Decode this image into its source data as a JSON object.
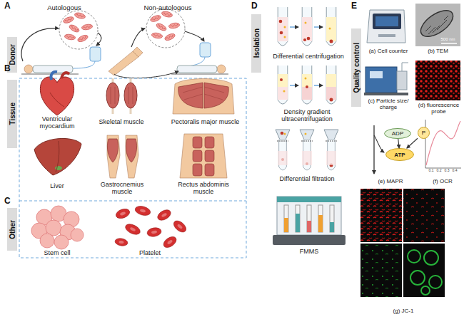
{
  "diagram": {
    "nodes": [
      {
        "text": [
          "Donor"
        ]
      },
      {
        "text": [
          "Tissue"
        ]
      },
      {
        "text": [
          "Other"
        ]
      },
      {
        "text": [
          "Isolation"
        ]
      },
      {
        "text": [
          "Quality control"
        ]
      },
      {
        "text": [
          "ADP"
        ]
      },
      {
        "text": [
          "P"
        ]
      },
      {
        "text": [
          "ATP"
        ]
      }
    ],
    "edges": [
      {
        "from": 5,
        "to": 7,
        "arrow": "to"
      },
      {
        "from": 6,
        "to": 7,
        "arrow": "to"
      }
    ],
    "labels": [
      "A",
      "Autologous",
      "Non-autologous",
      "B",
      "Ventricular myocardium",
      "Skeletal muscle",
      "Pectoralis major muscle",
      "Liver",
      "Gastrocnemius muscle",
      "Rectus abdominis muscle",
      "C",
      "Stem cell",
      "Platelet",
      "D",
      "Differential centrifugation",
      "Density gradient ultracentrifugation",
      "Differential filtration",
      "FMMS",
      "E",
      "(a) Cell counter",
      "(b) TEM",
      "500 nm",
      "(c) Particle size/ charge",
      "(d) fluorescence probe",
      "(e) MAPR",
      "(f) OCR",
      "(g) JC-1",
      "0.1",
      "0.2",
      "0.3",
      "0.4"
    ]
  }
}
